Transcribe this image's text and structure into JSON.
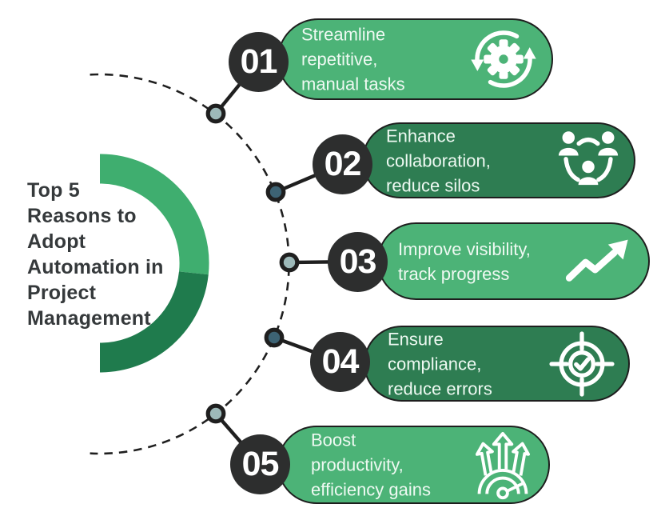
{
  "title": {
    "text": "Top 5\nReasons to\nAdopt\nAutomation in\nProject\nManagement"
  },
  "items": [
    {
      "number": "01",
      "label": "Streamline\nrepetitive,\nmanual tasks",
      "theme": "light-green",
      "icon": "gear-sync-icon"
    },
    {
      "number": "02",
      "label": "Enhance\ncollaboration,\nreduce silos",
      "theme": "dark-green",
      "icon": "team-network-icon"
    },
    {
      "number": "03",
      "label": "Improve visibility,\ntrack progress",
      "theme": "light-green",
      "icon": "trend-up-arrow-icon"
    },
    {
      "number": "04",
      "label": "Ensure\ncompliance,\nreduce errors",
      "theme": "dark-green",
      "icon": "target-check-icon"
    },
    {
      "number": "05",
      "label": "Boost\nproductivity,\nefficiency gains",
      "theme": "light-green",
      "icon": "gauge-growth-icon"
    }
  ],
  "colors": {
    "banner_light_green": "#4CB377",
    "banner_dark_green": "#2E7D52",
    "ring_light_green": "#3FAE6F",
    "ring_dark_green": "#1F7B4D",
    "number_circle": "#2D2E2E",
    "banner_text": "#EEF9F2",
    "title_text": "#35393B",
    "connector_line": "#1F1F1F",
    "dot_light": "#9DB9B9",
    "dot_dark": "#3D6374",
    "background": "#FFFFFF"
  }
}
